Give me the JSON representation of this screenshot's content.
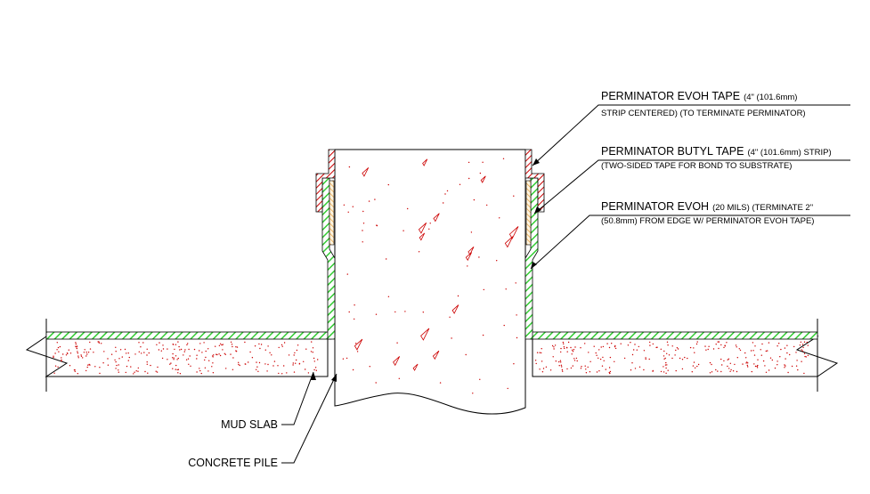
{
  "labels": {
    "evoh_tape": {
      "line1_main": "PERMINATOR EVOH TAPE",
      "line1_detail": "(4\" (101.6mm)",
      "line2": "STRIP CENTERED) (TO TERMINATE PERMINATOR)"
    },
    "butyl_tape": {
      "line1_main": "PERMINATOR BUTYL TAPE",
      "line1_detail": "(4\" (101.6mm) STRIP)",
      "line2": "(TWO-SIDED TAPE FOR BOND TO SUBSTRATE)"
    },
    "evoh_membrane": {
      "line1_main": "PERMINATOR EVOH",
      "line1_detail": "(20 MILS) (TERMINATE 2\"",
      "line2": "(50.8mm) FROM EDGE W/ PERMINATOR EVOH TAPE)"
    },
    "mud_slab": "MUD SLAB",
    "concrete_pile": "CONCRETE PILE"
  },
  "colors": {
    "membrane_green": "#33cc33",
    "tape_red": "#cc0000",
    "butyl_orange": "#e8a040",
    "concrete_dots": "#cc0000",
    "linework": "#000000"
  }
}
